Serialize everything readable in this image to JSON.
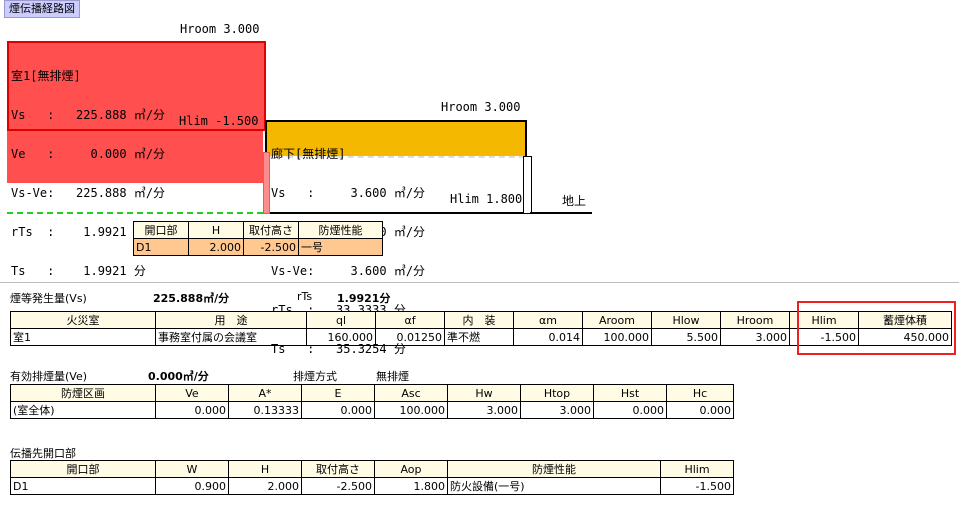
{
  "window_title": "煙伝播経路図",
  "diagram": {
    "room1": {
      "hroom": "Hroom 3.000",
      "lines": [
        "室1[無排煙]",
        "Vs   :   225.888 ㎥/分",
        "Ve   :     0.000 ㎥/分",
        "Vs-Ve:   225.888 ㎥/分",
        "rTs  :    1.9921 分",
        "Ts   :    1.9921 分"
      ],
      "hlim": "Hlim -1.500"
    },
    "corridor": {
      "hroom": "Hroom 3.000",
      "lines": [
        "廊下[無排煙]",
        "Vs   :     3.600 ㎥/分",
        "Ve   :     0.000 ㎥/分",
        "Vs-Ve:     3.600 ㎥/分",
        "rTs  :   33.3333 分",
        "Ts   :   35.3254 分"
      ],
      "hlim": "Hlim 1.800"
    },
    "ground_label": "地上",
    "opening_table": {
      "headers": [
        "開口部",
        "H",
        "取付高さ",
        "防煙性能"
      ],
      "row": [
        "D1",
        "2.000",
        "-2.500",
        "一号"
      ]
    }
  },
  "smoke_gen": {
    "label": "煙等発生量(Vs)",
    "value": "225.888㎥/分",
    "rts_label": "rTs",
    "rts_value": "1.9921分",
    "headers": [
      "火災室",
      "用　途",
      "ql",
      "αf",
      "内　装",
      "αm",
      "Aroom",
      "Hlow",
      "Hroom",
      "Hlim",
      "蓄煙体積"
    ],
    "row": [
      "室1",
      "事務室付属の会議室",
      "160.000",
      "0.01250",
      "準不燃",
      "0.014",
      "100.000",
      "5.500",
      "3.000",
      "-1.500",
      "450.000"
    ]
  },
  "exhaust": {
    "label": "有効排煙量(Ve)",
    "value": "0.000㎥/分",
    "method_label": "排煙方式",
    "method_value": "無排煙",
    "headers": [
      "防煙区画",
      "Ve",
      "A*",
      "E",
      "Asc",
      "Hw",
      "Htop",
      "Hst",
      "Hc"
    ],
    "row": [
      "(室全体)",
      "0.000",
      "0.13333",
      "0.000",
      "100.000",
      "3.000",
      "3.000",
      "0.000",
      "0.000"
    ]
  },
  "propagation": {
    "label": "伝播先開口部",
    "headers": [
      "開口部",
      "W",
      "H",
      "取付高さ",
      "Aop",
      "防煙性能",
      "Hlim"
    ],
    "row": [
      "D1",
      "0.900",
      "2.000",
      "-2.500",
      "1.800",
      "防火設備(一号)",
      "-1.500"
    ]
  },
  "colors": {
    "room_fill": "#ff4f4f",
    "corridor_fill": "#f5b800",
    "highlight_box": "#ee2020",
    "smoke_line": "#22cc22"
  }
}
